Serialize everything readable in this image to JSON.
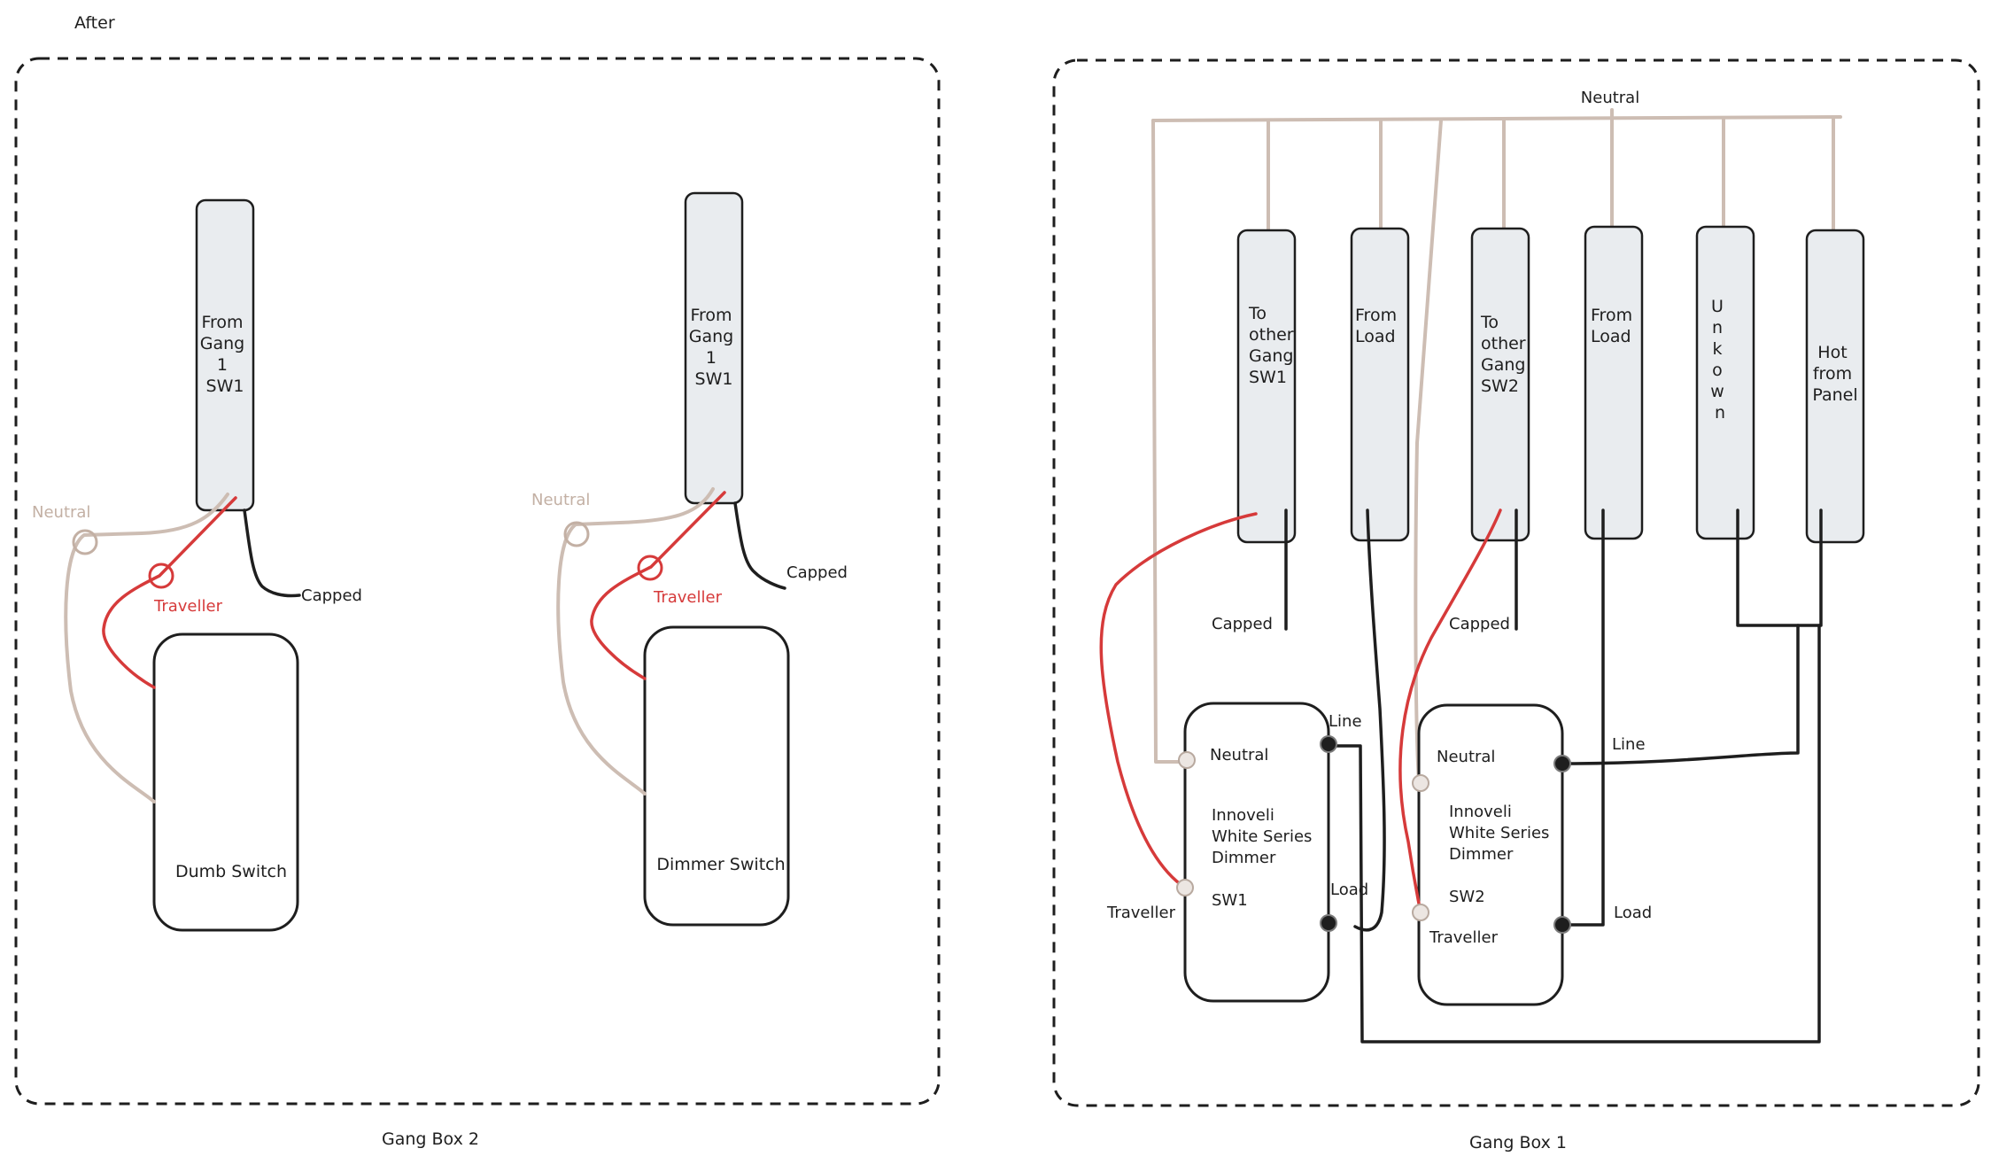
{
  "header": {
    "title": "After"
  },
  "gang_box_2": {
    "caption": "Gang Box 2",
    "left": {
      "connector_lines": [
        "From",
        "Gang",
        "1",
        "SW1"
      ],
      "neutral_label": "Neutral",
      "traveller_label": "Traveller",
      "capped_label": "Capped",
      "switch_label": "Dumb Switch"
    },
    "right": {
      "connector_lines": [
        "From",
        "Gang",
        "1",
        "SW1"
      ],
      "neutral_label": "Neutral",
      "traveller_label": "Traveller",
      "capped_label": "Capped",
      "switch_label": "Dimmer Switch"
    }
  },
  "gang_box_1": {
    "caption": "Gang Box 1",
    "neutral_bus_label": "Neutral",
    "connectors": [
      {
        "lines": [
          "To",
          "other",
          "Gang",
          "SW1"
        ]
      },
      {
        "lines": [
          "From",
          "Load"
        ]
      },
      {
        "lines": [
          "To",
          "other",
          "Gang",
          "SW2"
        ]
      },
      {
        "lines": [
          "From",
          "Load"
        ]
      },
      {
        "lines": [
          "U",
          "n",
          "k",
          "o",
          "w",
          "n"
        ]
      },
      {
        "lines": [
          "Hot",
          "from",
          "Panel"
        ]
      }
    ],
    "capped_labels": [
      "Capped",
      "Capped"
    ],
    "sw1": {
      "lines": [
        "Innoveli",
        "White Series",
        "Dimmer"
      ],
      "id": "SW1",
      "neutral_label": "Neutral",
      "line_label": "Line",
      "load_label": "Load",
      "traveller_label": "Traveller"
    },
    "sw2": {
      "lines": [
        "Innoveli",
        "White Series",
        "Dimmer"
      ],
      "id": "SW2",
      "neutral_label": "Neutral",
      "line_label": "Line",
      "load_label": "Load",
      "traveller_label": "Traveller"
    }
  },
  "colors": {
    "neutral_wire": "#cdbdb3",
    "traveller_wire": "#d63a3a",
    "hot_wire": "#1e1e1e",
    "connector_fill": "#e9ecef"
  }
}
